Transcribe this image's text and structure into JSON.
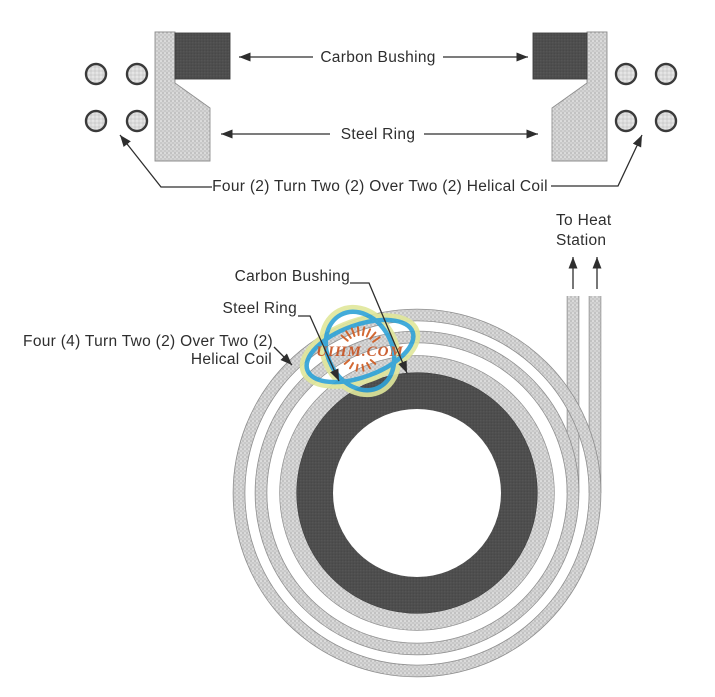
{
  "cross_section_view": {
    "label_carbon_bushing": "Carbon Bushing",
    "label_steel_ring": "Steel Ring",
    "label_helical_coil": "Four (2) Turn Two (2) Over Two (2) Helical Coil"
  },
  "plan_view": {
    "label_carbon_bushing": "Carbon Bushing",
    "label_steel_ring": "Steel Ring",
    "label_helical_coil_line1": "Four (4) Turn Two (2) Over Two (2)",
    "label_helical_coil_line2": "Helical Coil",
    "label_to_heat_line1": "To Heat",
    "label_to_heat_line2": "Station"
  },
  "watermark": {
    "text": "UIHM.COM",
    "blue": "#2fa3d7",
    "yellow": "#e0e79b",
    "orange": "#c7511f"
  },
  "colors": {
    "ink": "#2e2e2e",
    "carbon_dark": "#4e4e4e",
    "stipple_gray": "#c8c8c8",
    "edge_gray": "#8f8f8f",
    "background": "#ffffff"
  }
}
